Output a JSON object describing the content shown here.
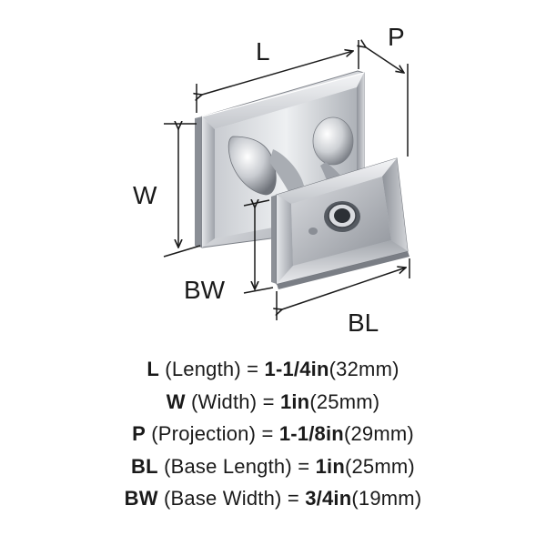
{
  "diagram": {
    "labels": {
      "L": "L",
      "P": "P",
      "W": "W",
      "BW": "BW",
      "BL": "BL"
    },
    "colors": {
      "dimension_line": "#1a1a1a",
      "chrome_light": "#f2f3f5",
      "chrome_mid": "#b9bcc2",
      "chrome_dark": "#6d7178"
    }
  },
  "specs": [
    {
      "code": "L",
      "name": " (Length) = ",
      "imperial": "1-1/4in",
      "metric": "(32mm)"
    },
    {
      "code": "W",
      "name": " (Width) = ",
      "imperial": "1in",
      "metric": "(25mm)"
    },
    {
      "code": "P",
      "name": " (Projection) = ",
      "imperial": "1-1/8in",
      "metric": "(29mm)"
    },
    {
      "code": "BL",
      "name": " (Base Length) = ",
      "imperial": "1in",
      "metric": "(25mm)"
    },
    {
      "code": "BW",
      "name": " (Base Width) = ",
      "imperial": "3/4in",
      "metric": "(19mm)"
    }
  ]
}
